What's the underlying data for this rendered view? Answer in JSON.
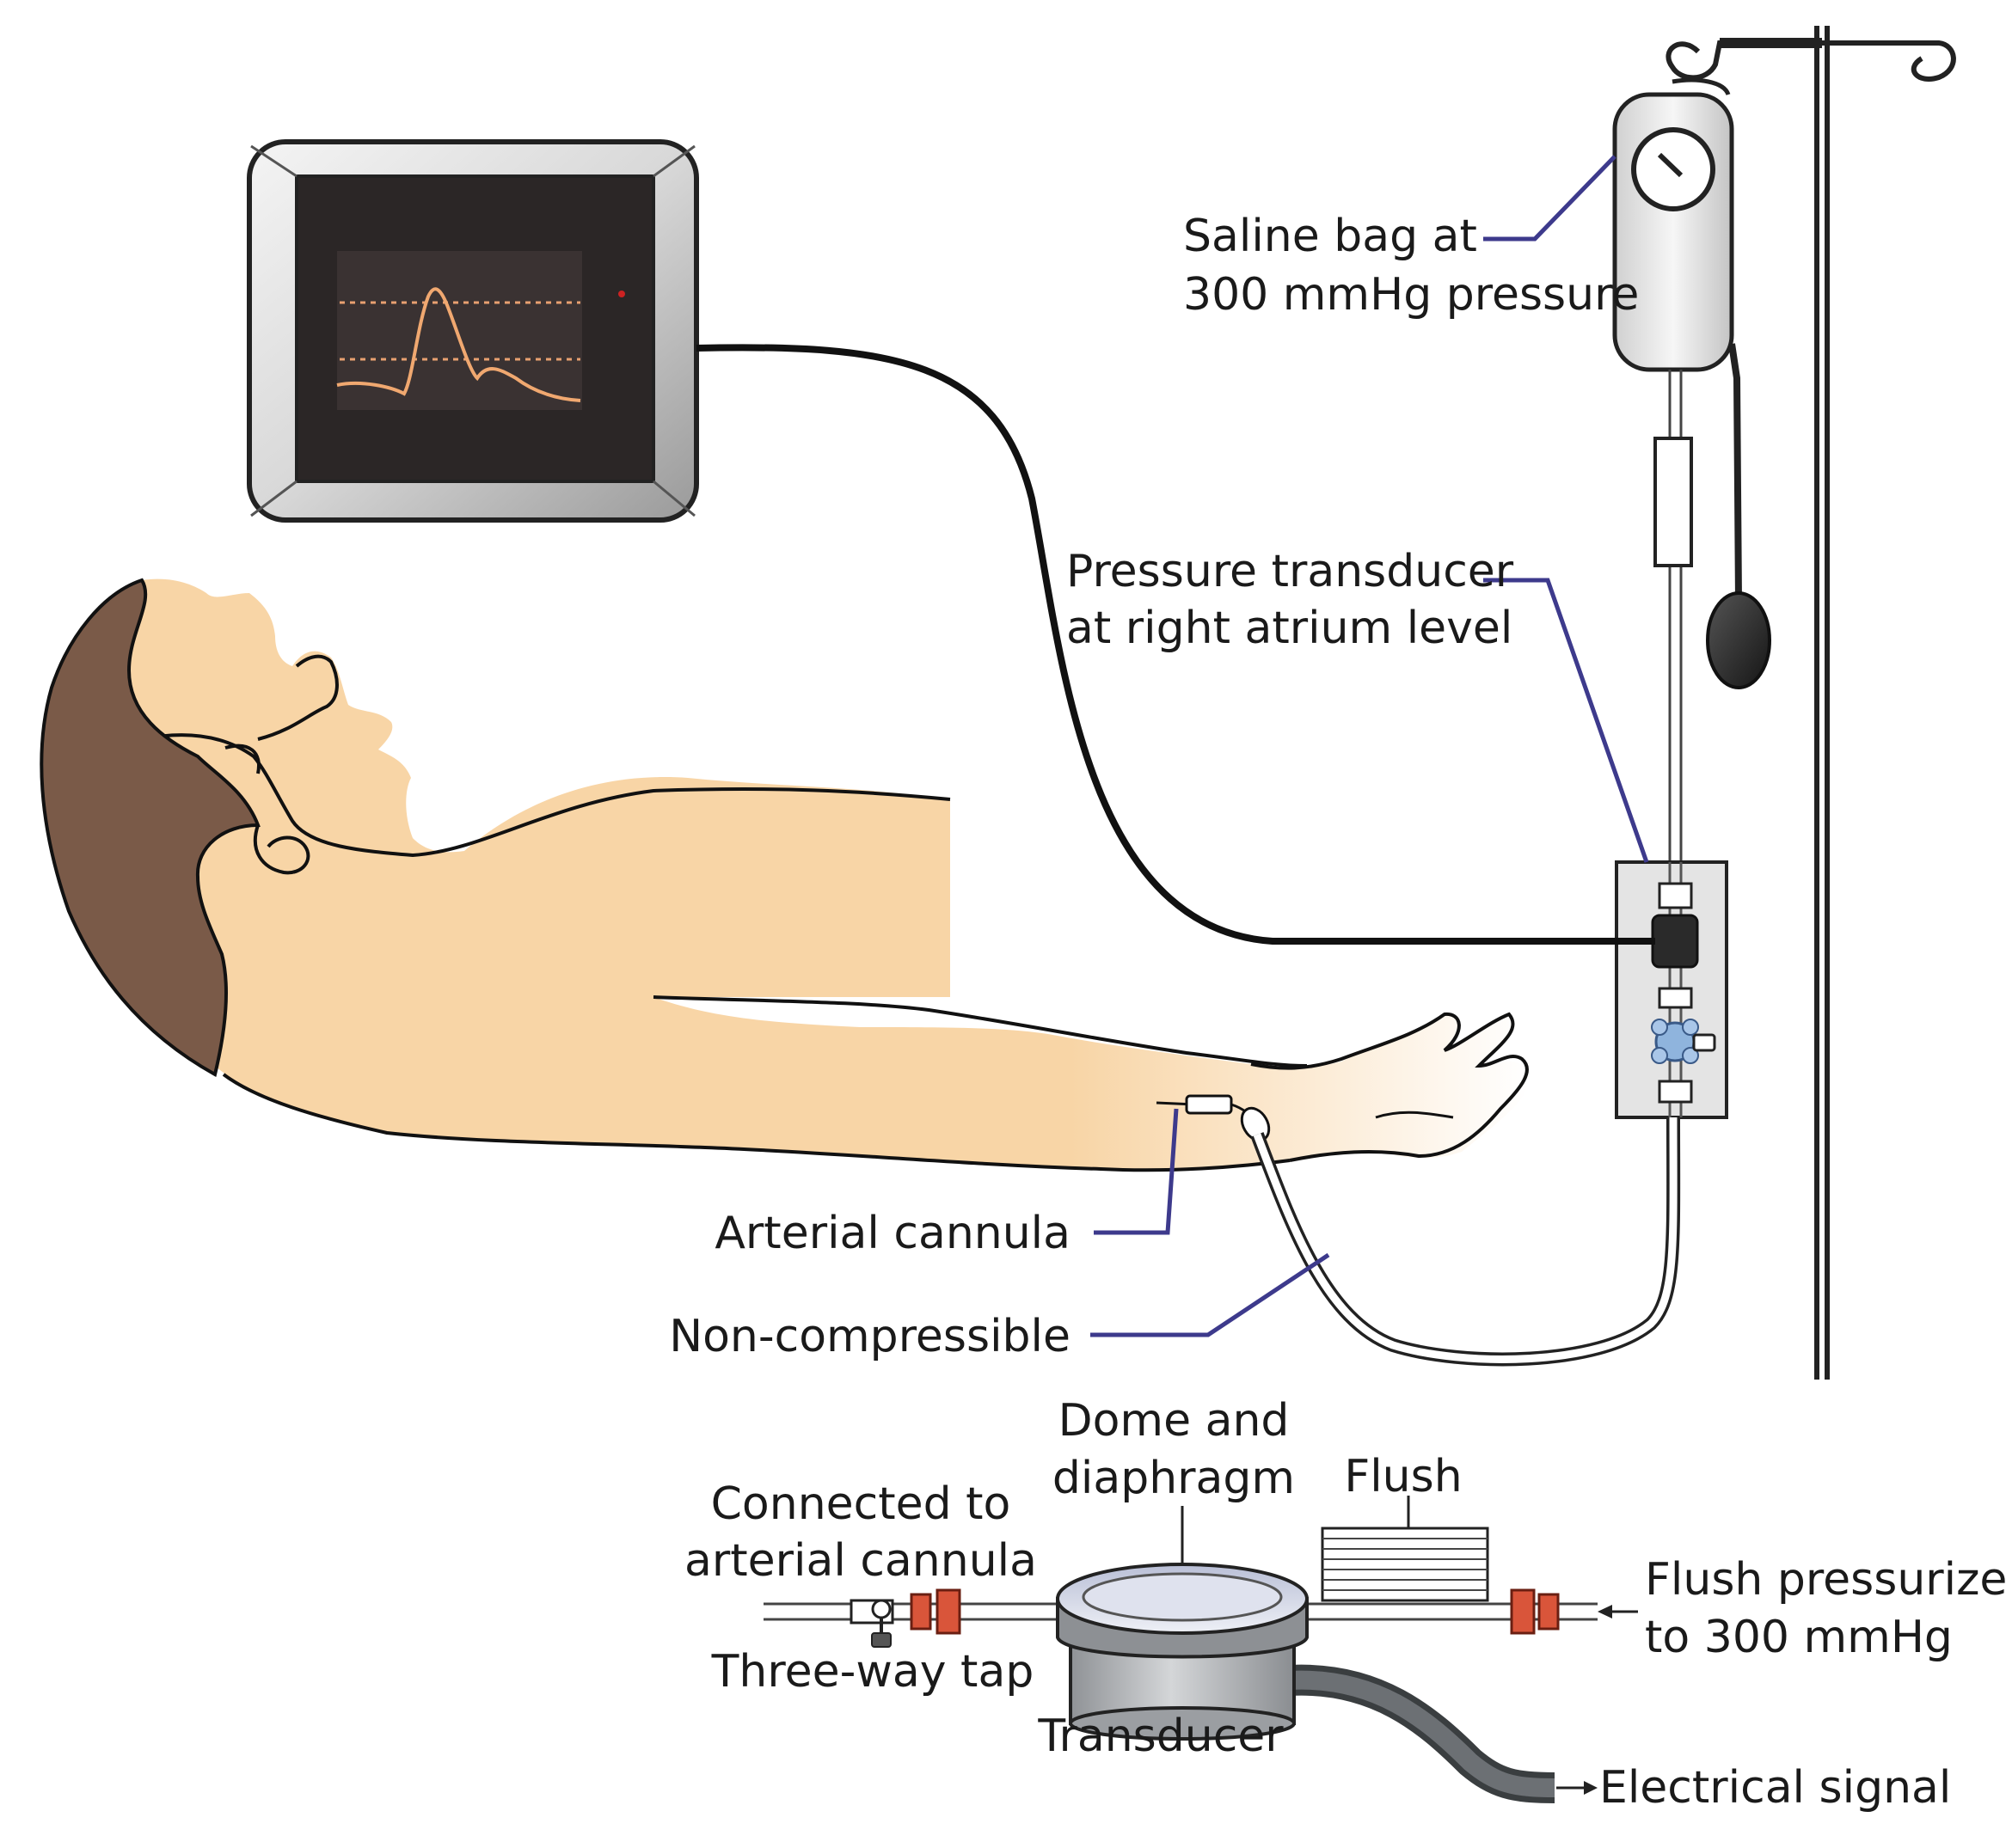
{
  "labels": {
    "saline_bag_line1": "Saline bag at",
    "saline_bag_line2": "300 mmHg pressure",
    "pressure_transducer_line1": "Pressure transducer",
    "pressure_transducer_line2": "at right atrium level",
    "arterial_cannula": "Arterial cannula",
    "non_compressible": "Non-compressible"
  },
  "detail": {
    "dome_line1": "Dome and",
    "dome_line2": "diaphragm",
    "flush": "Flush",
    "connected_line1": "Connected to",
    "connected_line2": "arterial cannula",
    "three_way_tap": "Three-way tap",
    "flush_pressurized_line1": "Flush pressurized",
    "flush_pressurized_line2": "to 300 mmHg",
    "transducer": "Transducer",
    "electrical_signal": "Electrical signal"
  },
  "colors": {
    "leader_line": "#3d3a8c",
    "skin": "#f8d5a6",
    "hair": "#7a5a48",
    "waveform": "#f0a870",
    "screen": "#2b2626",
    "connector_red": "#d9553a",
    "tap_blue": "#8fb4dd"
  }
}
